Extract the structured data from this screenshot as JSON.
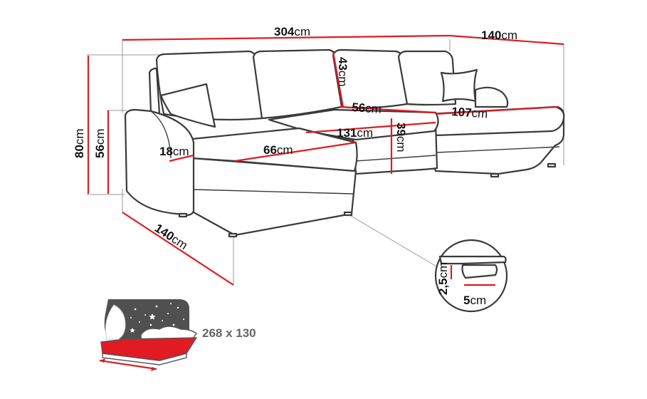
{
  "dimensions": {
    "overall_width": {
      "value": "304",
      "unit": "cm"
    },
    "chaise_right_depth": {
      "value": "140",
      "unit": "cm"
    },
    "chaise_left_depth": {
      "value": "140",
      "unit": "cm"
    },
    "total_height": {
      "value": "80",
      "unit": "cm"
    },
    "armrest_height": {
      "value": "56",
      "unit": "cm"
    },
    "backrest_height": {
      "value": "43",
      "unit": "cm"
    },
    "seat_depth": {
      "value": "56",
      "unit": "cm"
    },
    "chaise_right_width": {
      "value": "107",
      "unit": "cm"
    },
    "middle_width": {
      "value": "131",
      "unit": "cm"
    },
    "seat_height": {
      "value": "39",
      "unit": "cm"
    },
    "armrest_width": {
      "value": "18",
      "unit": "cm"
    },
    "chaise_left_width": {
      "value": "66",
      "unit": "cm"
    }
  },
  "leg_detail": {
    "height": {
      "value": "2,5",
      "unit": "cm"
    },
    "width": {
      "value": "5",
      "unit": "cm"
    }
  },
  "sleeping_area": {
    "label": "268 x 130"
  },
  "colors": {
    "dimension_line": "#e01b24",
    "outline": "#3a3a3a",
    "guide_line": "#9a9a9a",
    "bed_icon_background": "#505050",
    "bed_surface": "#e01b24"
  }
}
